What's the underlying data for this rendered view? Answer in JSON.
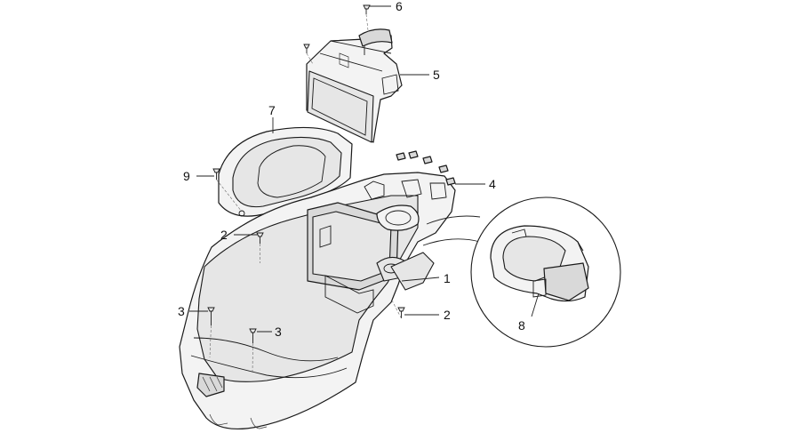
{
  "labels": {
    "p1": "1",
    "p2a": "2",
    "p2b": "2",
    "p3a": "3",
    "p3b": "3",
    "p4": "4",
    "p5": "5",
    "p6": "6",
    "p7": "7",
    "p8": "8",
    "p9": "9"
  }
}
